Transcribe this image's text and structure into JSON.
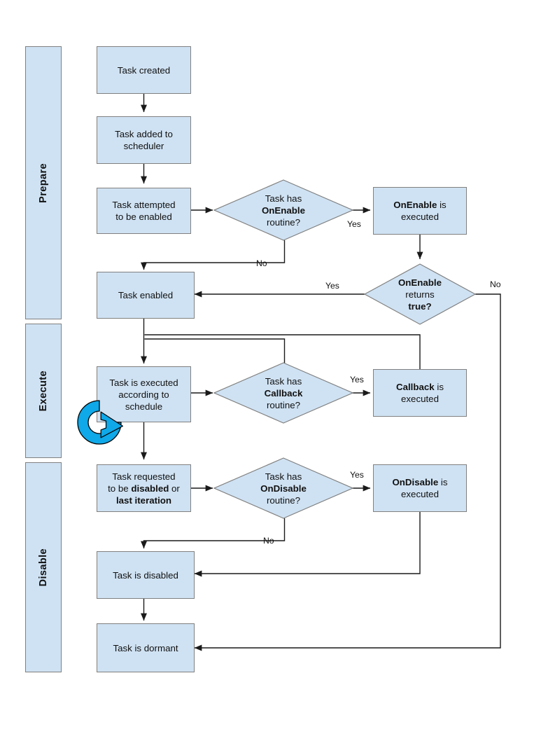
{
  "diagram": {
    "title": "Task lifecycle flowchart",
    "colors": {
      "node_fill": "#cfe2f3",
      "node_border": "#808080",
      "lane_fill": "#cfe2f3",
      "line": "#1a1a1a",
      "loop_icon": "#0fa8e8",
      "background": "#ffffff"
    },
    "lanes": [
      {
        "id": "prepare",
        "label": "Prepare"
      },
      {
        "id": "execute",
        "label": "Execute"
      },
      {
        "id": "disable",
        "label": "Disable"
      }
    ],
    "nodes": [
      {
        "id": "task-created",
        "shape": "process",
        "lane": "prepare",
        "text_plain": "Task created",
        "text_html": "Task created"
      },
      {
        "id": "task-added-to-scheduler",
        "shape": "process",
        "lane": "prepare",
        "text_plain": "Task added to scheduler",
        "text_html": "Task added to<br>scheduler"
      },
      {
        "id": "task-attempted-to-be-enabled",
        "shape": "process",
        "lane": "prepare",
        "text_plain": "Task attempted to be enabled",
        "text_html": "Task attempted<br>to be enabled"
      },
      {
        "id": "task-has-onenable-routine",
        "shape": "decision",
        "lane": "prepare",
        "text_plain": "Task has OnEnable routine?",
        "text_html": "Task has<br><b>OnEnable</b><br>routine?"
      },
      {
        "id": "onenable-is-executed",
        "shape": "process",
        "lane": "prepare",
        "text_plain": "OnEnable is executed",
        "text_html": "<b>OnEnable</b> is<br>executed"
      },
      {
        "id": "onenable-returns-true",
        "shape": "decision",
        "lane": "prepare",
        "text_plain": "OnEnable returns true?",
        "text_html": "<b>OnEnable</b><br>returns<br><b>true?</b>"
      },
      {
        "id": "task-enabled",
        "shape": "process",
        "lane": "prepare",
        "text_plain": "Task enabled",
        "text_html": "Task enabled"
      },
      {
        "id": "task-is-executed-according-to-schedule",
        "shape": "process",
        "lane": "execute",
        "text_plain": "Task is executed according to schedule",
        "text_html": "Task is executed<br>according to<br>schedule"
      },
      {
        "id": "task-has-callback-routine",
        "shape": "decision",
        "lane": "execute",
        "text_plain": "Task has Callback routine?",
        "text_html": "Task has<br><b>Callback</b><br>routine?"
      },
      {
        "id": "callback-is-executed",
        "shape": "process",
        "lane": "execute",
        "text_plain": "Callback is executed",
        "text_html": "<b>Callback</b> is<br>executed"
      },
      {
        "id": "task-requested-to-be-disabled",
        "shape": "process",
        "lane": "disable",
        "text_plain": "Task requested to be disabled or last iteration",
        "text_html": "Task requested<br>to be <b>disabled</b> or<br><b>last iteration</b>"
      },
      {
        "id": "task-has-ondisable-routine",
        "shape": "decision",
        "lane": "disable",
        "text_plain": "Task has OnDisable routine?",
        "text_html": "Task has<br><b>OnDisable</b><br>routine?"
      },
      {
        "id": "ondisable-is-executed",
        "shape": "process",
        "lane": "disable",
        "text_plain": "OnDisable is executed",
        "text_html": "<b>OnDisable</b> is<br>executed"
      },
      {
        "id": "task-is-disabled",
        "shape": "process",
        "lane": "disable",
        "text_plain": "Task is disabled",
        "text_html": "Task is disabled"
      },
      {
        "id": "task-is-dormant",
        "shape": "process",
        "lane": "disable",
        "text_plain": "Task is dormant",
        "text_html": "Task is dormant"
      }
    ],
    "edge_labels": [
      {
        "id": "onenable-yes",
        "text": "Yes",
        "from": "task-has-onenable-routine",
        "to": "onenable-is-executed"
      },
      {
        "id": "onenable-no",
        "text": "No",
        "from": "task-has-onenable-routine",
        "to": "task-enabled"
      },
      {
        "id": "onenable-true-yes",
        "text": "Yes",
        "from": "onenable-returns-true",
        "to": "task-enabled"
      },
      {
        "id": "onenable-true-no",
        "text": "No",
        "from": "onenable-returns-true",
        "to": "task-is-dormant"
      },
      {
        "id": "callback-yes",
        "text": "Yes",
        "from": "task-has-callback-routine",
        "to": "callback-is-executed"
      },
      {
        "id": "ondisable-yes",
        "text": "Yes",
        "from": "task-has-ondisable-routine",
        "to": "ondisable-is-executed"
      },
      {
        "id": "ondisable-no",
        "text": "No",
        "from": "task-has-ondisable-routine",
        "to": "task-is-disabled"
      }
    ],
    "icons": [
      {
        "id": "loop-icon",
        "name": "loop-arrow-icon",
        "attached_to": "task-is-executed-according-to-schedule"
      }
    ]
  }
}
